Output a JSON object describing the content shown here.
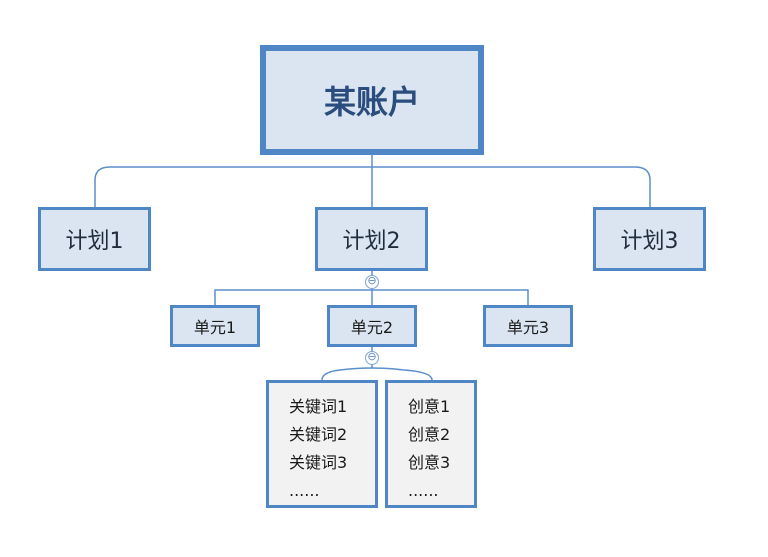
{
  "root": {
    "label": "某账户"
  },
  "plans": [
    {
      "label": "计划1"
    },
    {
      "label": "计划2"
    },
    {
      "label": "计划3"
    }
  ],
  "units": [
    {
      "label": "单元1"
    },
    {
      "label": "单元2"
    },
    {
      "label": "单元3"
    }
  ],
  "keywords": {
    "items": [
      "关键词1",
      "关键词2",
      "关键词3",
      "......"
    ]
  },
  "creatives": {
    "items": [
      "创意1",
      "创意2",
      "创意3",
      "......"
    ]
  },
  "collapse_symbol": "⊖",
  "colors": {
    "box_fill": "#dbe5f1",
    "box_border": "#4f86c6",
    "leaf_fill": "#f2f2f2",
    "connector": "#5b8fcc"
  }
}
